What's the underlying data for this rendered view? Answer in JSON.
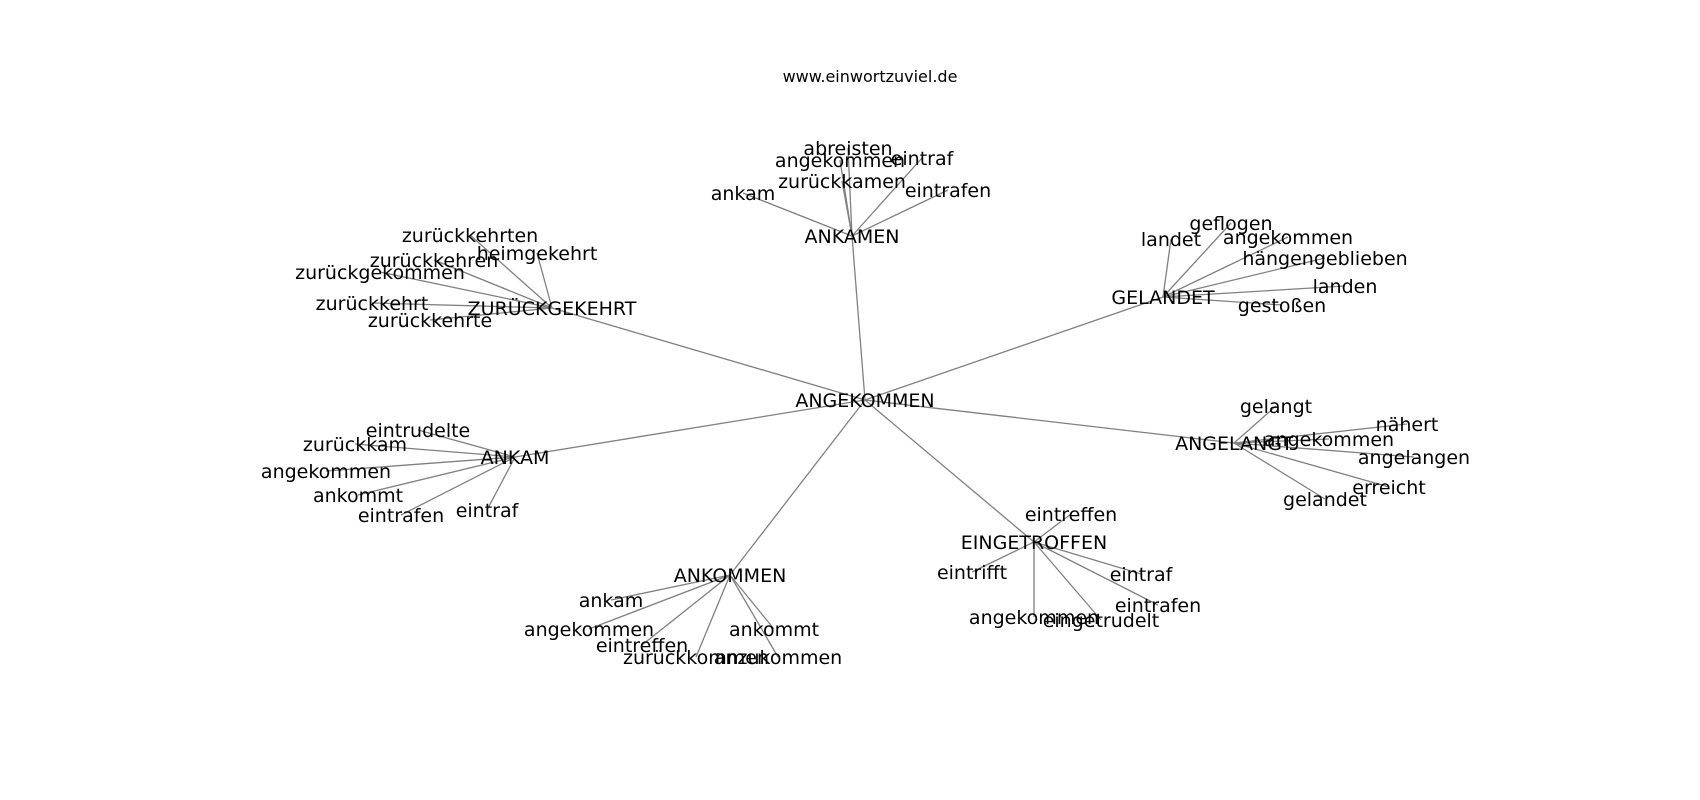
{
  "site_label": "www.einwortzuviel.de",
  "edge_color": "#808080",
  "graph": {
    "root": "ANGEKOMMEN",
    "hubs": [
      {
        "id": "ankamen",
        "label": "ANKAMEN",
        "leaves": [
          "abreisten",
          "angekommen",
          "eintraf",
          "zurückkamen",
          "ankam",
          "eintrafen"
        ]
      },
      {
        "id": "zurueckgekehrt",
        "label": "ZURÜCKGEKEHRT",
        "leaves": [
          "zurückkehrten",
          "heimgekehrt",
          "zurückkehren",
          "zurückgekommen",
          "zurückkehrt",
          "zurückkehrte"
        ]
      },
      {
        "id": "gelandet",
        "label": "GELANDET",
        "leaves": [
          "geflogen",
          "landet",
          "angekommen",
          "hängengeblieben",
          "landen",
          "gestoßen"
        ]
      },
      {
        "id": "ankam",
        "label": "ANKAM",
        "leaves": [
          "eintrudelte",
          "zurückkam",
          "angekommen",
          "ankommt",
          "eintrafen",
          "eintraf"
        ]
      },
      {
        "id": "angelangt",
        "label": "ANGELANGT",
        "leaves": [
          "gelangt",
          "nähert",
          "angekommen",
          "angelangen",
          "erreicht",
          "gelandet"
        ]
      },
      {
        "id": "eingetroffen",
        "label": "EINGETROFFEN",
        "leaves": [
          "eintreffen",
          "eintrifft",
          "eintraf",
          "eintrafen",
          "angekommen",
          "eingetrudelt"
        ]
      },
      {
        "id": "ankommen",
        "label": "ANKOMMEN",
        "leaves": [
          "ankam",
          "angekommen",
          "ankommt",
          "eintreffen",
          "zurückkommen",
          "anzukommen"
        ]
      }
    ]
  }
}
